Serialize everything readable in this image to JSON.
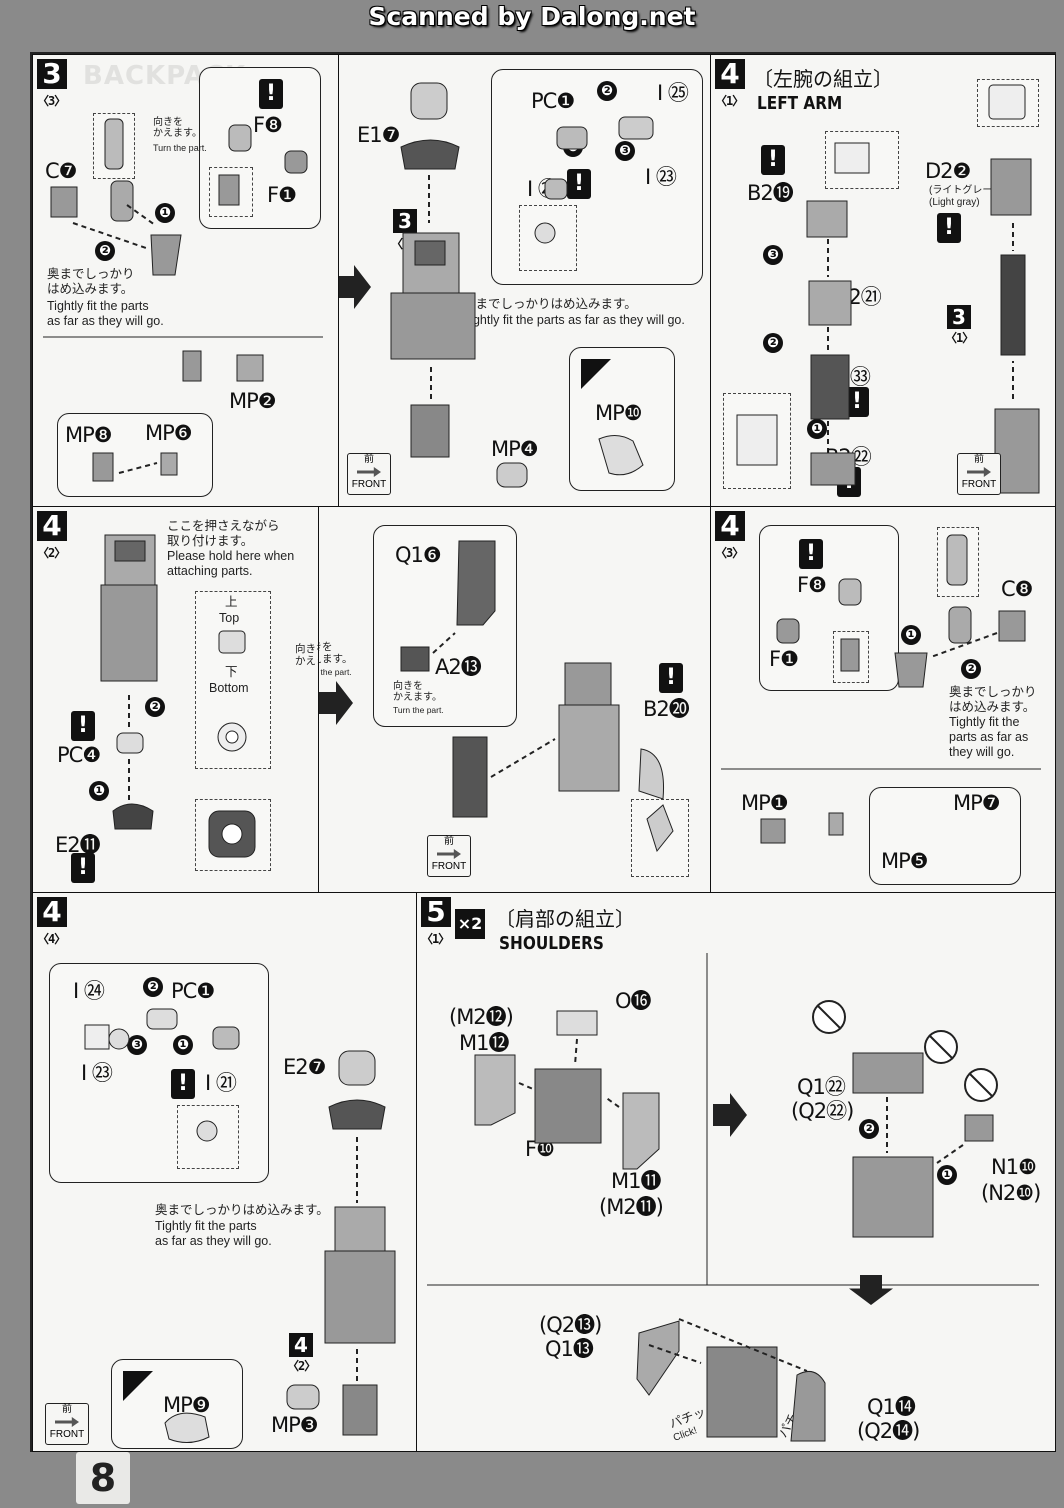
{
  "header": {
    "scan_credit": "Scanned by Dalong.net"
  },
  "page_number": "8",
  "front_label": {
    "jp": "前",
    "en": "FRONT"
  },
  "panel_a": {
    "step": "3",
    "sub": "〈3〉",
    "ghost": "BACKPACK",
    "parts": {
      "c7": "C❼",
      "f8": "F❽",
      "f1": "F❶",
      "mp2": "MP❷",
      "mp8": "MP❽",
      "mp6": "MP❻"
    },
    "turn_note": {
      "jp": "向きを\nかえます。",
      "en": "Turn the part."
    },
    "tight_note": {
      "jp": "奥までしっかり\nはめ込みます。",
      "en": "Tightly fit the parts\nas far as they will go."
    },
    "steps": [
      "❶",
      "❷"
    ]
  },
  "panel_b": {
    "sub_ref": {
      "step": "3",
      "sub": "〈2〉"
    },
    "parts": {
      "e17": "E1❼",
      "pc1": "PC❶",
      "i25": "I ㉕",
      "i22": "I ㉒",
      "i23": "I ㉓",
      "mp4": "MP❹",
      "mp10": "MP❿"
    },
    "tight_note": {
      "jp": "奥までしっかりはめ込みます。",
      "en": "Tightly fit the parts as far as they will go."
    },
    "steps": [
      "❶",
      "❷",
      "❸"
    ]
  },
  "panel_c": {
    "step": "4",
    "sub": "〈1〉",
    "jp_title": "〔左腕の組立〕",
    "en_title": "LEFT ARM",
    "parts": {
      "b219": "B2⓳",
      "d22": "D2❷",
      "d22_color_jp": "(ライトグレー)",
      "d22_color_en": "(Light gray)",
      "b221": "B2㉑",
      "i33": "I ㉝",
      "b222": "B2㉒"
    },
    "sub_ref": {
      "step": "3",
      "sub": "〈1〉"
    },
    "steps": [
      "❶",
      "❷",
      "❸"
    ]
  },
  "panel_d": {
    "step": "4",
    "sub": "〈2〉",
    "hold_note": {
      "jp": "ここを押さえながら\n取り付けます。",
      "en": "Please hold here when\nattaching parts."
    },
    "top": {
      "jp": "上",
      "en": "Top"
    },
    "bottom": {
      "jp": "下",
      "en": "Bottom"
    },
    "parts": {
      "pc4": "PC❹",
      "e211": "E2⓫"
    },
    "turn_note": {
      "jp": "向きを\nかえます。",
      "en": "Turn the part."
    },
    "steps": [
      "❶",
      "❷"
    ]
  },
  "panel_e": {
    "parts": {
      "q16": "Q1❻",
      "a213": "A2⓭",
      "b220": "B2⓴"
    },
    "turn_note": {
      "jp": "向きを\nかえます。",
      "en": "Turn the part."
    }
  },
  "panel_f": {
    "step": "4",
    "sub": "〈3〉",
    "parts": {
      "f8": "F❽",
      "c8": "C❽",
      "f1": "F❶",
      "mp1": "MP❶",
      "mp7": "MP❼",
      "mp5": "MP❺"
    },
    "tight_note": {
      "jp": "奥までしっかり\nはめ込みます。",
      "en": "Tightly fit the\nparts as far as\nthey will go."
    },
    "steps": [
      "❶",
      "❷"
    ]
  },
  "panel_g": {
    "step": "4",
    "sub": "〈4〉",
    "parts": {
      "i24": "I ㉔",
      "pc1": "PC❶",
      "i23": "I ㉓",
      "i21": "I ㉑",
      "e27": "E2❼",
      "mp9": "MP❾",
      "mp3": "MP❸"
    },
    "tight_note": {
      "jp": "奥までしっかりはめ込みます。",
      "en": "Tightly fit the parts\nas far as they will go."
    },
    "sub_ref": {
      "step": "4",
      "sub": "〈2〉"
    },
    "steps": [
      "❶",
      "❷",
      "❸"
    ]
  },
  "panel_h": {
    "step": "5",
    "sub": "〈1〉",
    "multiplier": "×2",
    "jp_title": "〔肩部の組立〕",
    "en_title": "SHOULDERS",
    "parts": {
      "m2_12": "(M2⓬)",
      "m1_12": "M1⓬",
      "o16": "O⓰",
      "f10": "F❿",
      "m1_11": "M1⓫",
      "m2_11": "(M2⓫)",
      "q122": "Q1㉒",
      "q222": "(Q2㉒)",
      "n110": "N1❿",
      "n210": "(N2❿)",
      "q213": "(Q2⓭)",
      "q113": "Q1⓭",
      "q114": "Q1⓮",
      "q214": "(Q2⓮)"
    },
    "click": {
      "jp": "パチッ",
      "en": "Click!"
    },
    "steps": [
      "❶",
      "❷"
    ]
  }
}
